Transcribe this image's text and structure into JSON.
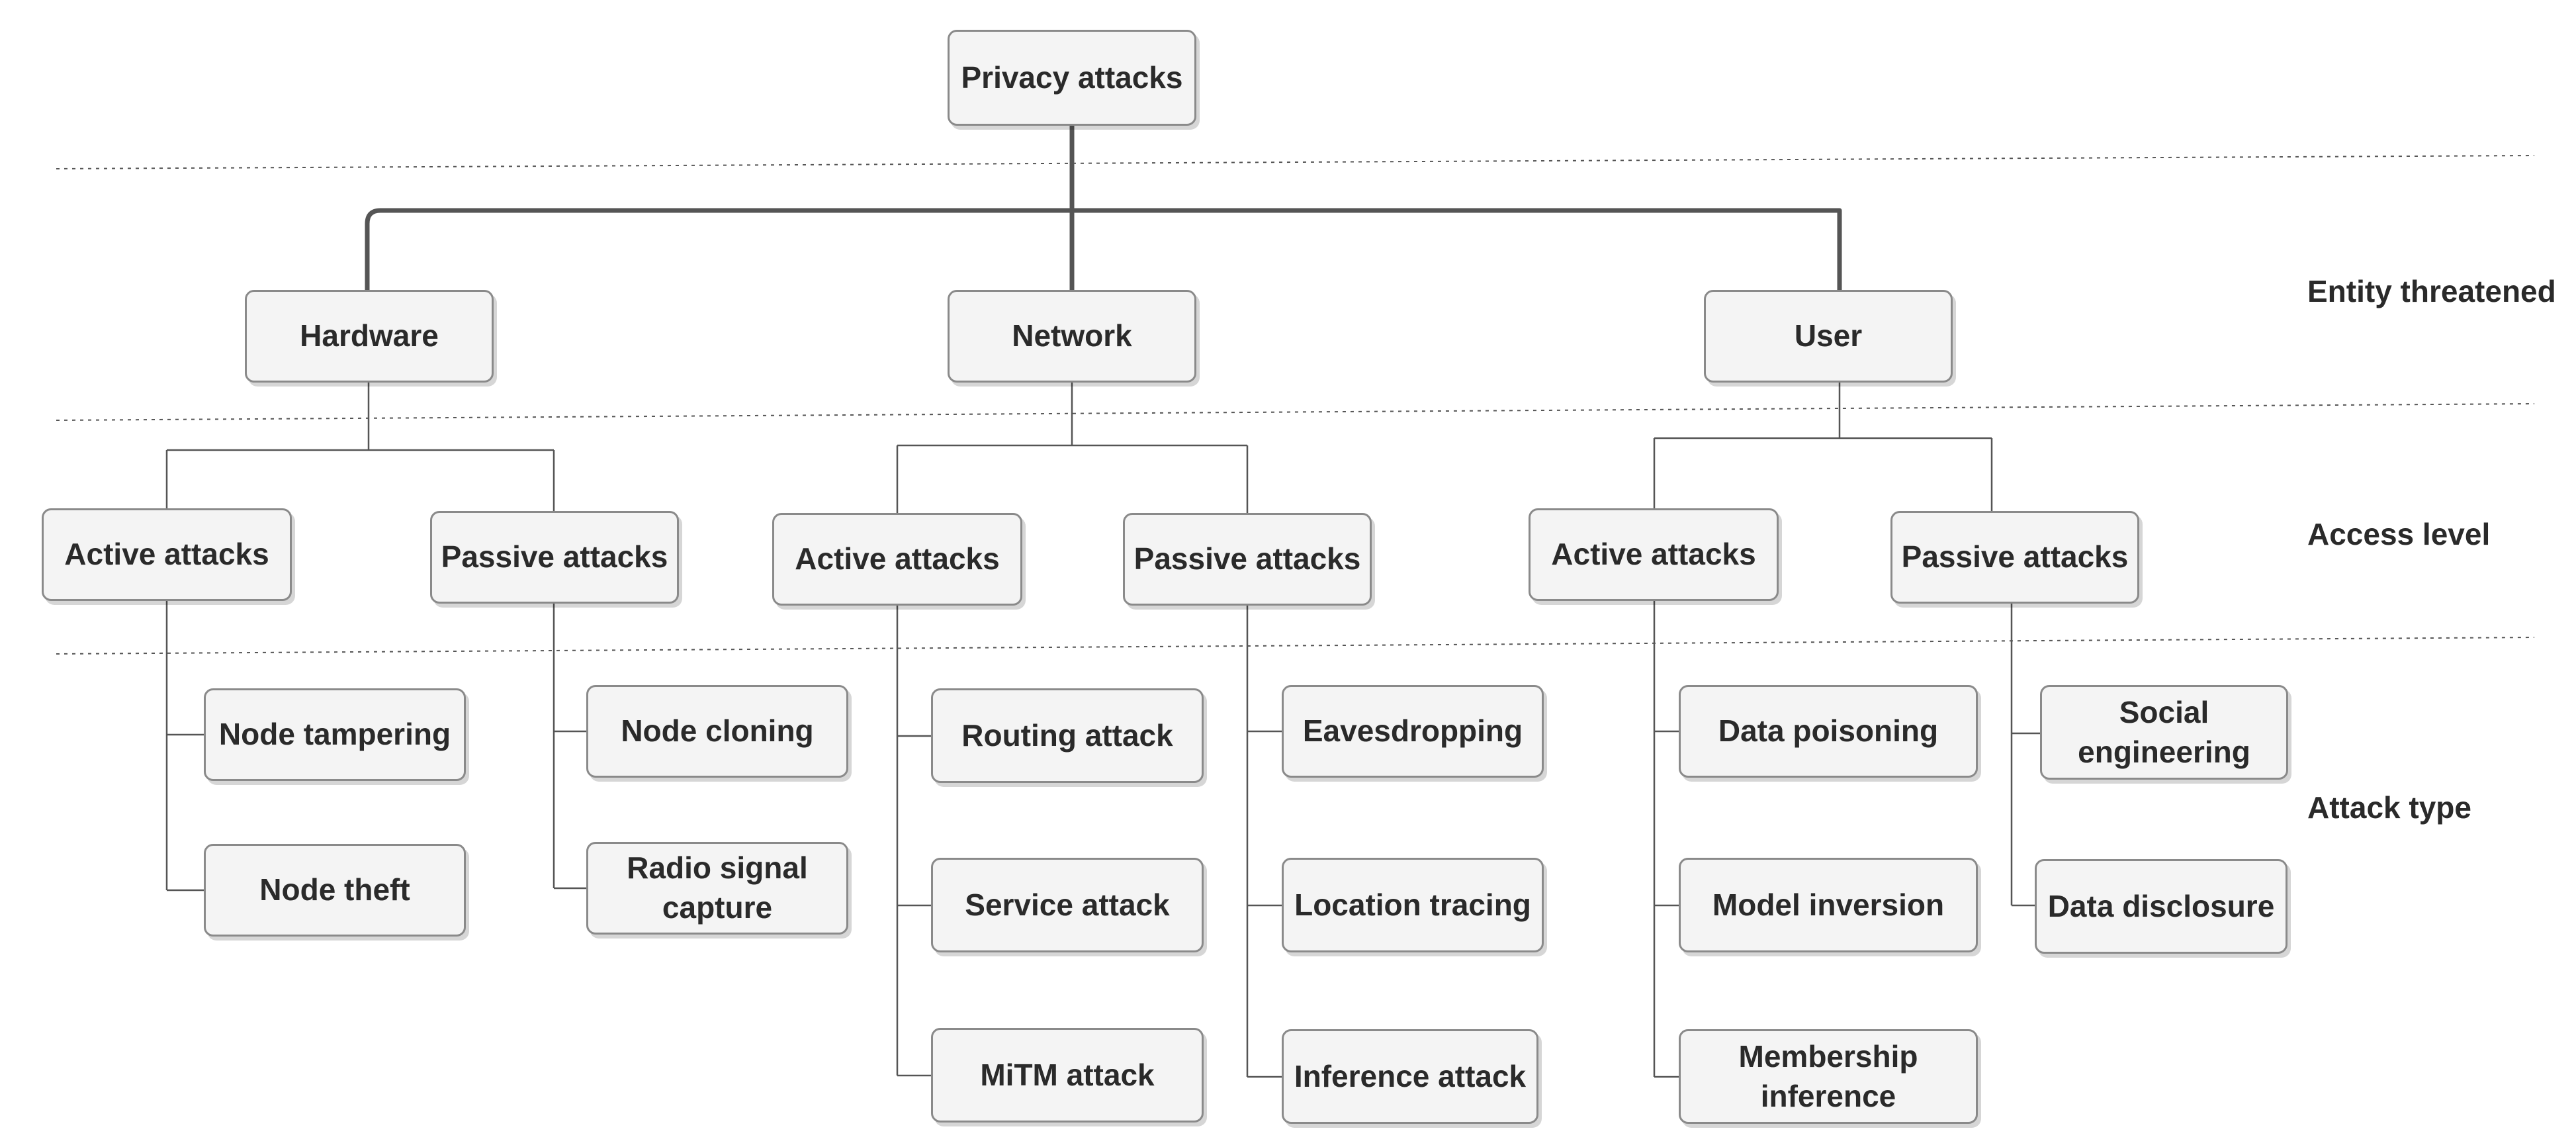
{
  "root": {
    "label": "Privacy attacks"
  },
  "levels": {
    "entity": "Entity threatened",
    "access": "Access level",
    "type": "Attack type"
  },
  "entities": {
    "hardware": {
      "label": "Hardware",
      "active": {
        "label": "Active attacks",
        "attacks": [
          "Node tampering",
          "Node theft"
        ]
      },
      "passive": {
        "label": "Passive attacks",
        "attacks": [
          "Node cloning",
          "Radio signal capture"
        ]
      }
    },
    "network": {
      "label": "Network",
      "active": {
        "label": "Active attacks",
        "attacks": [
          "Routing attack",
          "Service attack",
          "MiTM attack"
        ]
      },
      "passive": {
        "label": "Passive attacks",
        "attacks": [
          "Eavesdropping",
          "Location tracing",
          "Inference attack"
        ]
      }
    },
    "user": {
      "label": "User",
      "active": {
        "label": "Active attacks",
        "attacks": [
          "Data poisoning",
          "Model inversion",
          "Membership inference"
        ]
      },
      "passive": {
        "label": "Passive attacks",
        "attacks": [
          "Social engineering",
          "Data disclosure"
        ]
      }
    }
  }
}
